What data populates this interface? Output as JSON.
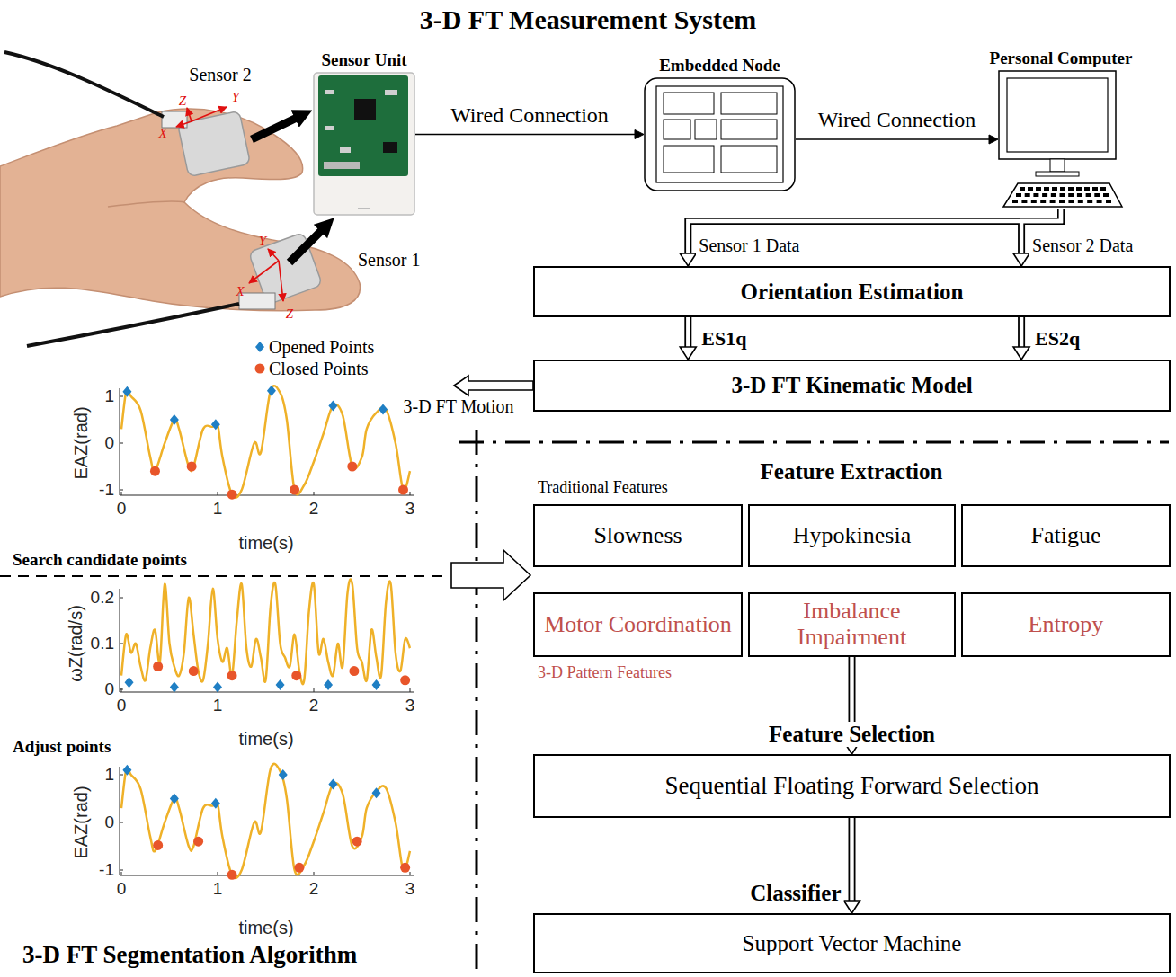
{
  "diagram": {
    "title": "3-D FT Measurement System",
    "nodes": [
      {
        "text": [
          "Sensor Unit"
        ]
      },
      {
        "text": [
          "Embedded Node"
        ]
      },
      {
        "text": [
          "Personal Computer"
        ]
      },
      {
        "text": [
          "Orientation Estimation"
        ]
      },
      {
        "text": [
          "3-D FT Kinematic Model"
        ]
      },
      {
        "text": [
          "Slowness"
        ]
      },
      {
        "text": [
          "Hypokinesia"
        ]
      },
      {
        "text": [
          "Fatigue"
        ]
      },
      {
        "text": [
          "Motor Coordination"
        ]
      },
      {
        "text": [
          "Imbalance Impairment"
        ]
      },
      {
        "text": [
          "Entropy"
        ]
      },
      {
        "text": [
          "Sequential Floating Forward Selection"
        ]
      },
      {
        "text": [
          "Support Vector Machine"
        ]
      }
    ],
    "edges": [
      {
        "from": 0,
        "to": 1,
        "label": "Wired Connection",
        "arrow": "to"
      },
      {
        "from": 1,
        "to": 2,
        "label": "Wired Connection",
        "arrow": "to"
      },
      {
        "from": 2,
        "to": 3,
        "label": "Sensor 1 Data",
        "arrow": "to"
      },
      {
        "from": 2,
        "to": 3,
        "label": "Sensor 2 Data",
        "arrow": "to"
      },
      {
        "from": 3,
        "to": 4,
        "label": "ES1q",
        "arrow": "to"
      },
      {
        "from": 3,
        "to": 4,
        "label": "ES2q",
        "arrow": "to"
      },
      {
        "from": 9,
        "to": 11,
        "label": "Feature Selection",
        "arrow": "to"
      },
      {
        "from": 11,
        "to": 12,
        "label": "Classifier",
        "arrow": "to"
      }
    ],
    "labels": [
      "Sensor 2",
      "Z",
      "Y",
      "X",
      "Sensor 1",
      "Y",
      "X",
      "Z",
      "3-D FT Motion",
      "EAZ(rad)",
      "1",
      "0",
      "-1",
      "0",
      "1",
      "2",
      "3",
      "time(s)",
      "Search candidate points",
      "ωZ(rad/s)",
      "0.2",
      "0.1",
      "0",
      "0",
      "1",
      "2",
      "3",
      "time(s)",
      "Adjust points",
      "EAZ(rad)",
      "1",
      "0",
      "-1",
      "0",
      "1",
      "2",
      "3",
      "time(s)",
      "3-D FT Segmentation Algorithm",
      "Feature Extraction",
      "Traditional Features",
      "3-D Pattern Features"
    ],
    "legend": [
      {
        "text": "Opened Points"
      },
      {
        "text": "Closed Points"
      }
    ]
  }
}
